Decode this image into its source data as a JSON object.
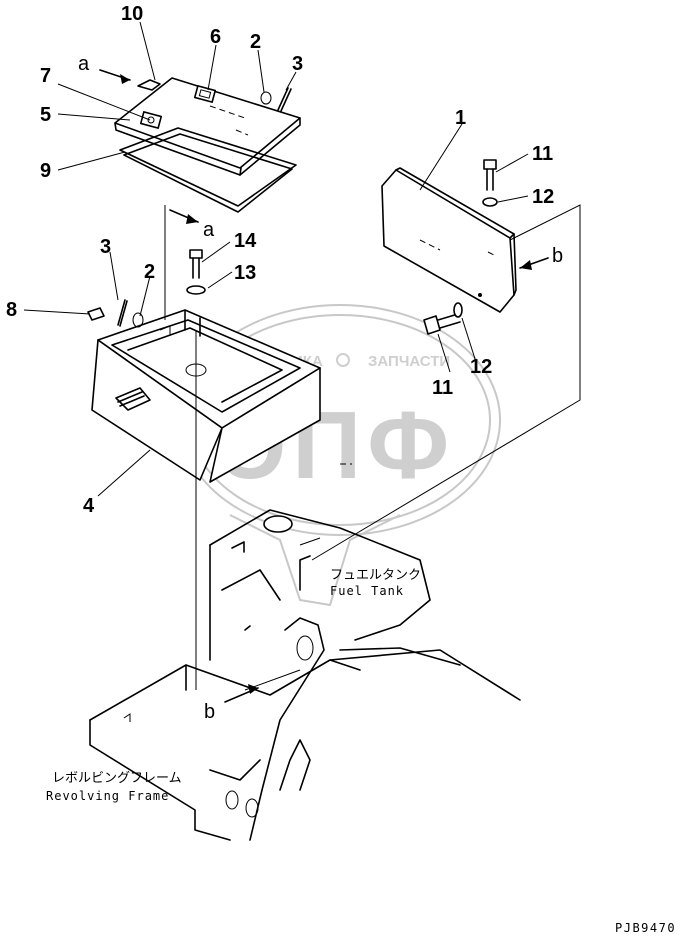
{
  "callouts": {
    "c1": "1",
    "c2a": "2",
    "c2b": "2",
    "c3a": "3",
    "c3b": "3",
    "c4": "4",
    "c5": "5",
    "c6": "6",
    "c7": "7",
    "c8": "8",
    "c9": "9",
    "c10": "10",
    "c11a": "11",
    "c11b": "11",
    "c12a": "12",
    "c12b": "12",
    "c13": "13",
    "c14": "14"
  },
  "view_marks": {
    "a_top": "a",
    "a_mid": "a",
    "b_right": "b",
    "b_bottom": "b"
  },
  "labels": {
    "fuel_tank_jp": "フュエルタンク",
    "fuel_tank_en": "Fuel Tank",
    "revolving_frame_jp": "レボルビングフレーム",
    "revolving_frame_en": "Revolving Frame"
  },
  "watermark": {
    "text_left": "ТЕХНИКА",
    "text_right": "ЗАПЧАСТИ",
    "logo": "ЭПФ"
  },
  "drawing_code": "PJB9470"
}
